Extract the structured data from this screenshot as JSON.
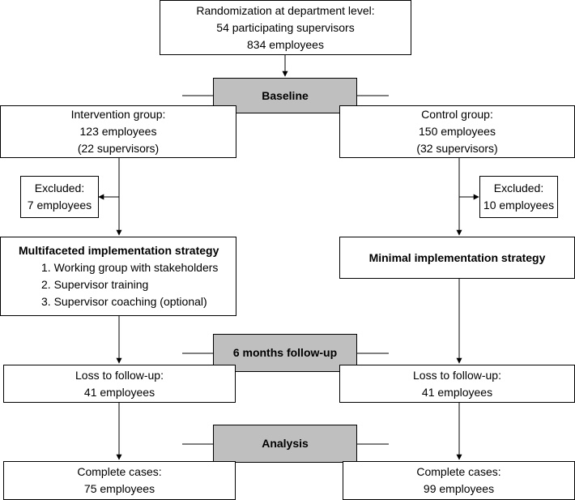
{
  "randomization": {
    "lines": [
      "Randomization at department level:",
      "54 participating supervisors",
      "834 employees"
    ]
  },
  "stages": {
    "baseline": "Baseline",
    "followup": "6 months follow-up",
    "analysis": "Analysis"
  },
  "intervention": {
    "group": [
      "Intervention group:",
      "123 employees",
      "(22 supervisors)"
    ],
    "excluded": [
      "Excluded:",
      "7 employees"
    ],
    "strategy_title": "Multifaceted implementation strategy",
    "strategy_items": [
      "1. Working group with stakeholders",
      "2. Supervisor training",
      "3. Supervisor coaching (optional)"
    ],
    "loss": [
      "Loss to follow-up:",
      "41 employees"
    ],
    "complete": [
      "Complete cases:",
      "75 employees"
    ]
  },
  "control": {
    "group": [
      "Control group:",
      "150 employees",
      "(32 supervisors)"
    ],
    "excluded": [
      "Excluded:",
      "10 employees"
    ],
    "strategy_title": "Minimal implementation strategy",
    "loss": [
      "Loss to follow-up:",
      "41 employees"
    ],
    "complete": [
      "Complete cases:",
      "99 employees"
    ]
  }
}
